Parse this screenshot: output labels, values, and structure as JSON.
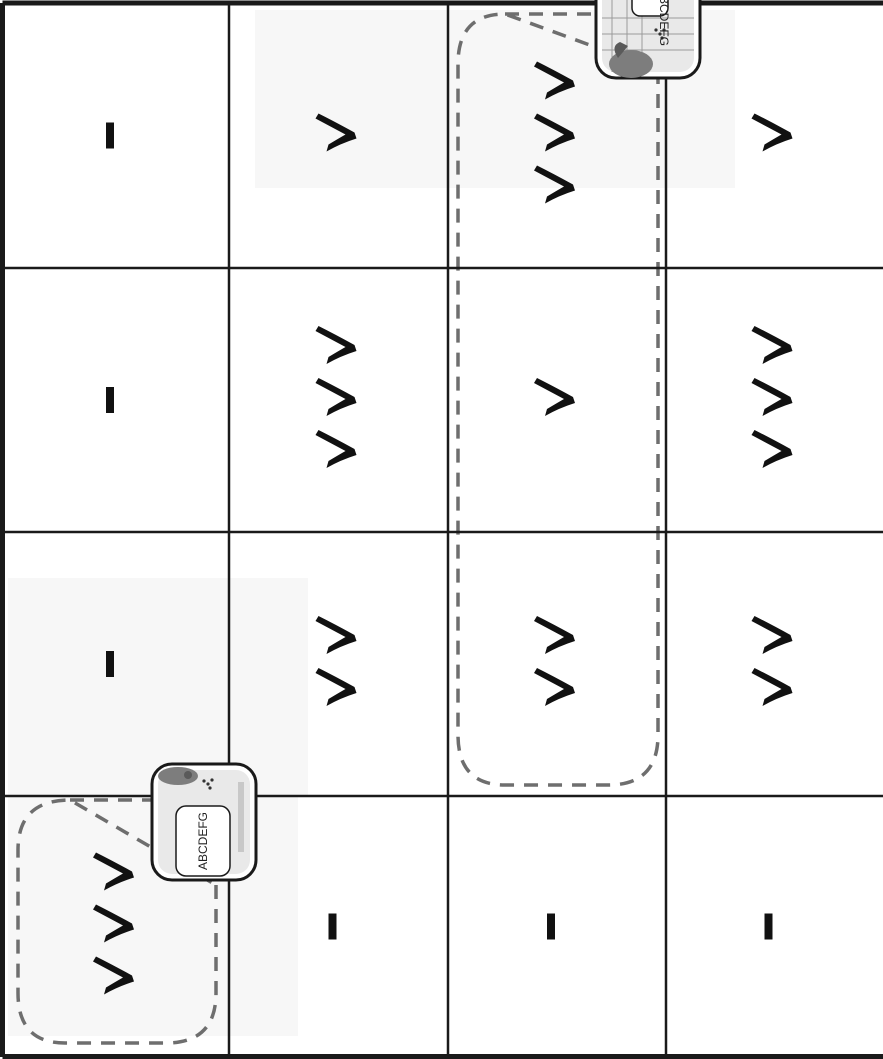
{
  "board": {
    "rows": 4,
    "cols": 4,
    "cells": [
      [
        {
          "mark": "tally",
          "count": 1
        },
        {
          "mark": "chevron",
          "count": 1
        },
        {
          "mark": "chevron",
          "count": 3
        },
        {
          "mark": "chevron",
          "count": 1
        }
      ],
      [
        {
          "mark": "tally",
          "count": 1
        },
        {
          "mark": "chevron",
          "count": 3
        },
        {
          "mark": "chevron",
          "count": 1
        },
        {
          "mark": "chevron",
          "count": 3
        }
      ],
      [
        {
          "mark": "tally",
          "count": 1
        },
        {
          "mark": "chevron",
          "count": 2
        },
        {
          "mark": "chevron",
          "count": 2
        },
        {
          "mark": "chevron",
          "count": 2
        }
      ],
      [
        {
          "mark": "chevron",
          "count": 3
        },
        {
          "mark": "tally",
          "count": 1
        },
        {
          "mark": "tally",
          "count": 1
        },
        {
          "mark": "tally",
          "count": 1
        }
      ]
    ],
    "highlighted_groups": [
      {
        "cells": [
          [
            0,
            2
          ],
          [
            1,
            2
          ],
          [
            2,
            2
          ]
        ]
      },
      {
        "cells": [
          [
            3,
            0
          ]
        ]
      }
    ]
  },
  "cards": [
    {
      "label": "ABCDEFG",
      "icon": "robot-vacuum-icon"
    },
    {
      "label": "ABCDEFG",
      "icon": "robot-vacuum-icon"
    }
  ]
}
